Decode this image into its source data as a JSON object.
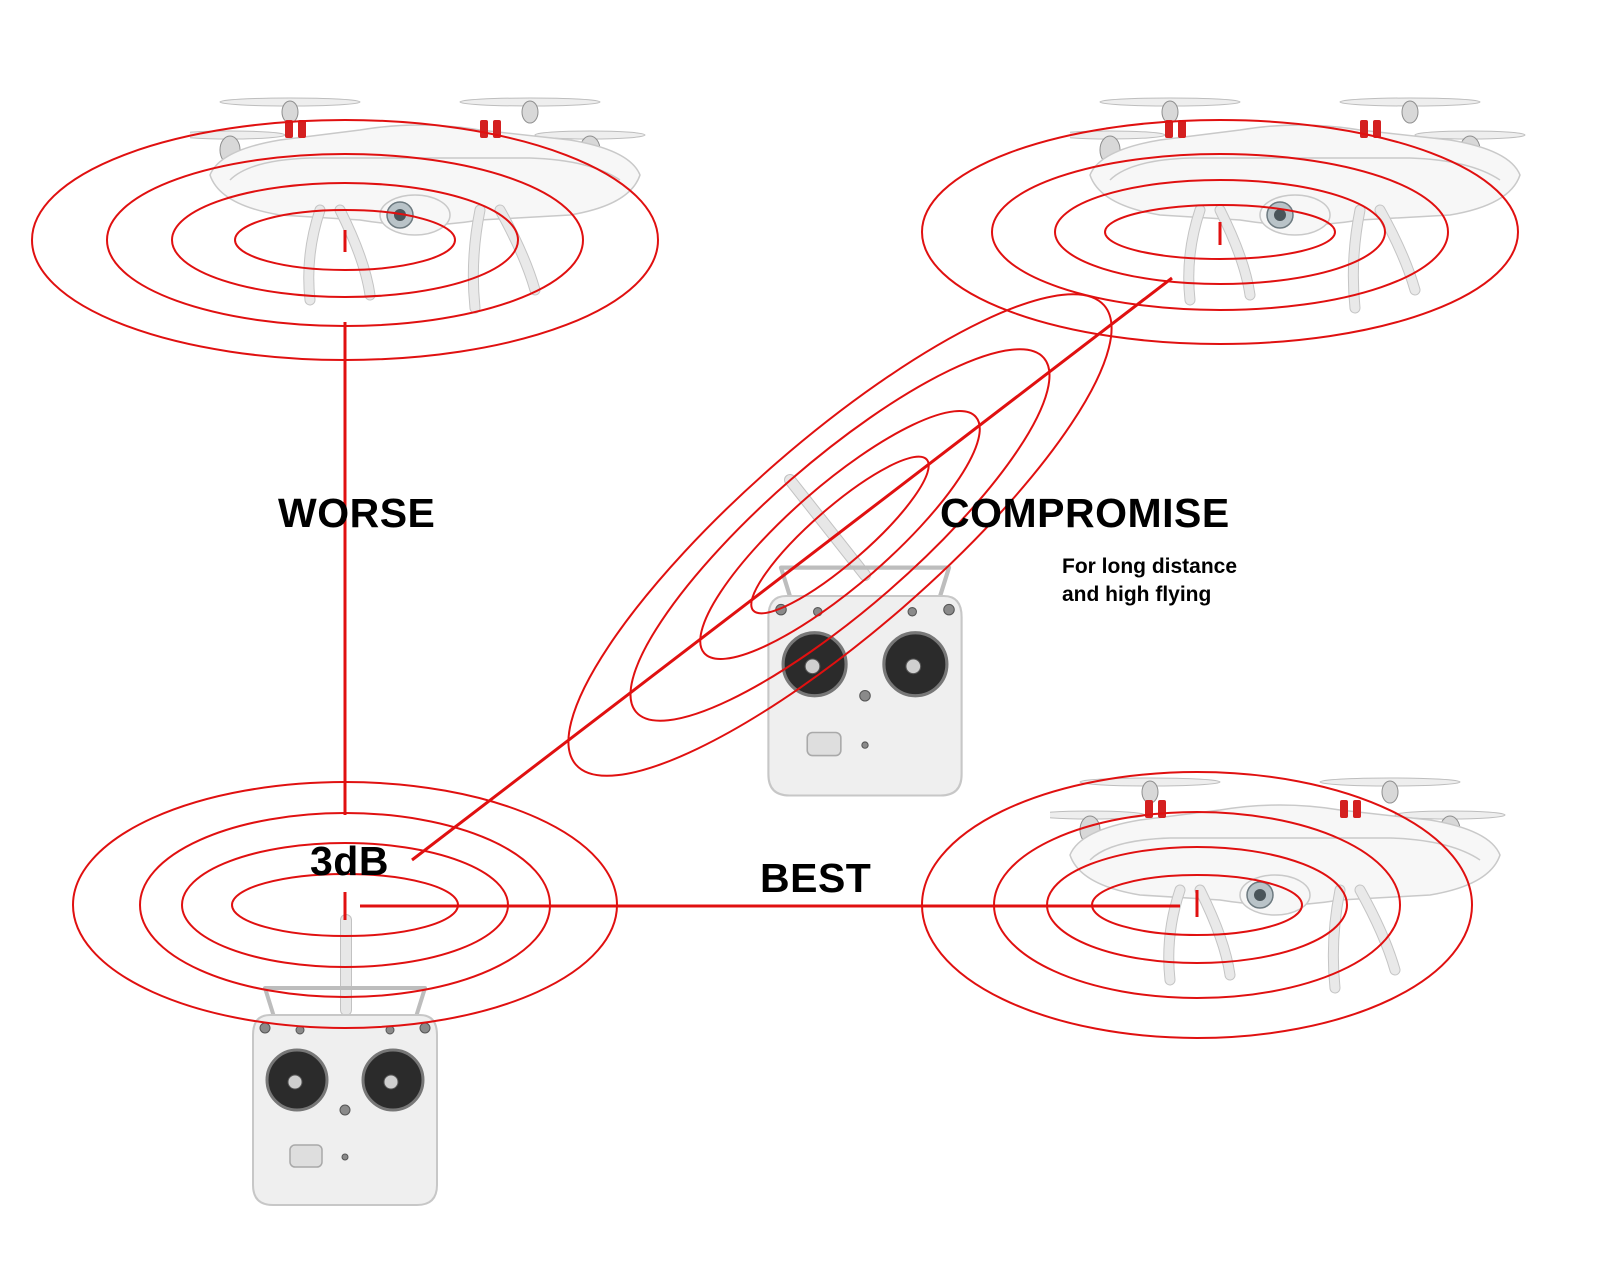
{
  "labels": {
    "worse": "WORSE",
    "compromise": "COMPROMISE",
    "compromise_note_line1": "For long distance",
    "compromise_note_line2": "and high flying",
    "gain": "3dB",
    "best": "BEST"
  },
  "colors": {
    "radiation_pattern": "#e01010",
    "signal_link": "#e01010",
    "equipment_body": "#f4f4f4",
    "drone_stripe": "#d42020",
    "label_text": "#000000"
  },
  "items": {
    "drones": [
      {
        "icon": "quadcopter-drone-icon",
        "role": "top-left"
      },
      {
        "icon": "quadcopter-drone-icon",
        "role": "top-right"
      },
      {
        "icon": "quadcopter-drone-icon",
        "role": "bottom-right"
      }
    ],
    "transmitters": [
      {
        "icon": "rc-transmitter-icon",
        "antenna": "vertical"
      },
      {
        "icon": "rc-transmitter-icon",
        "antenna": "tilted"
      }
    ]
  }
}
